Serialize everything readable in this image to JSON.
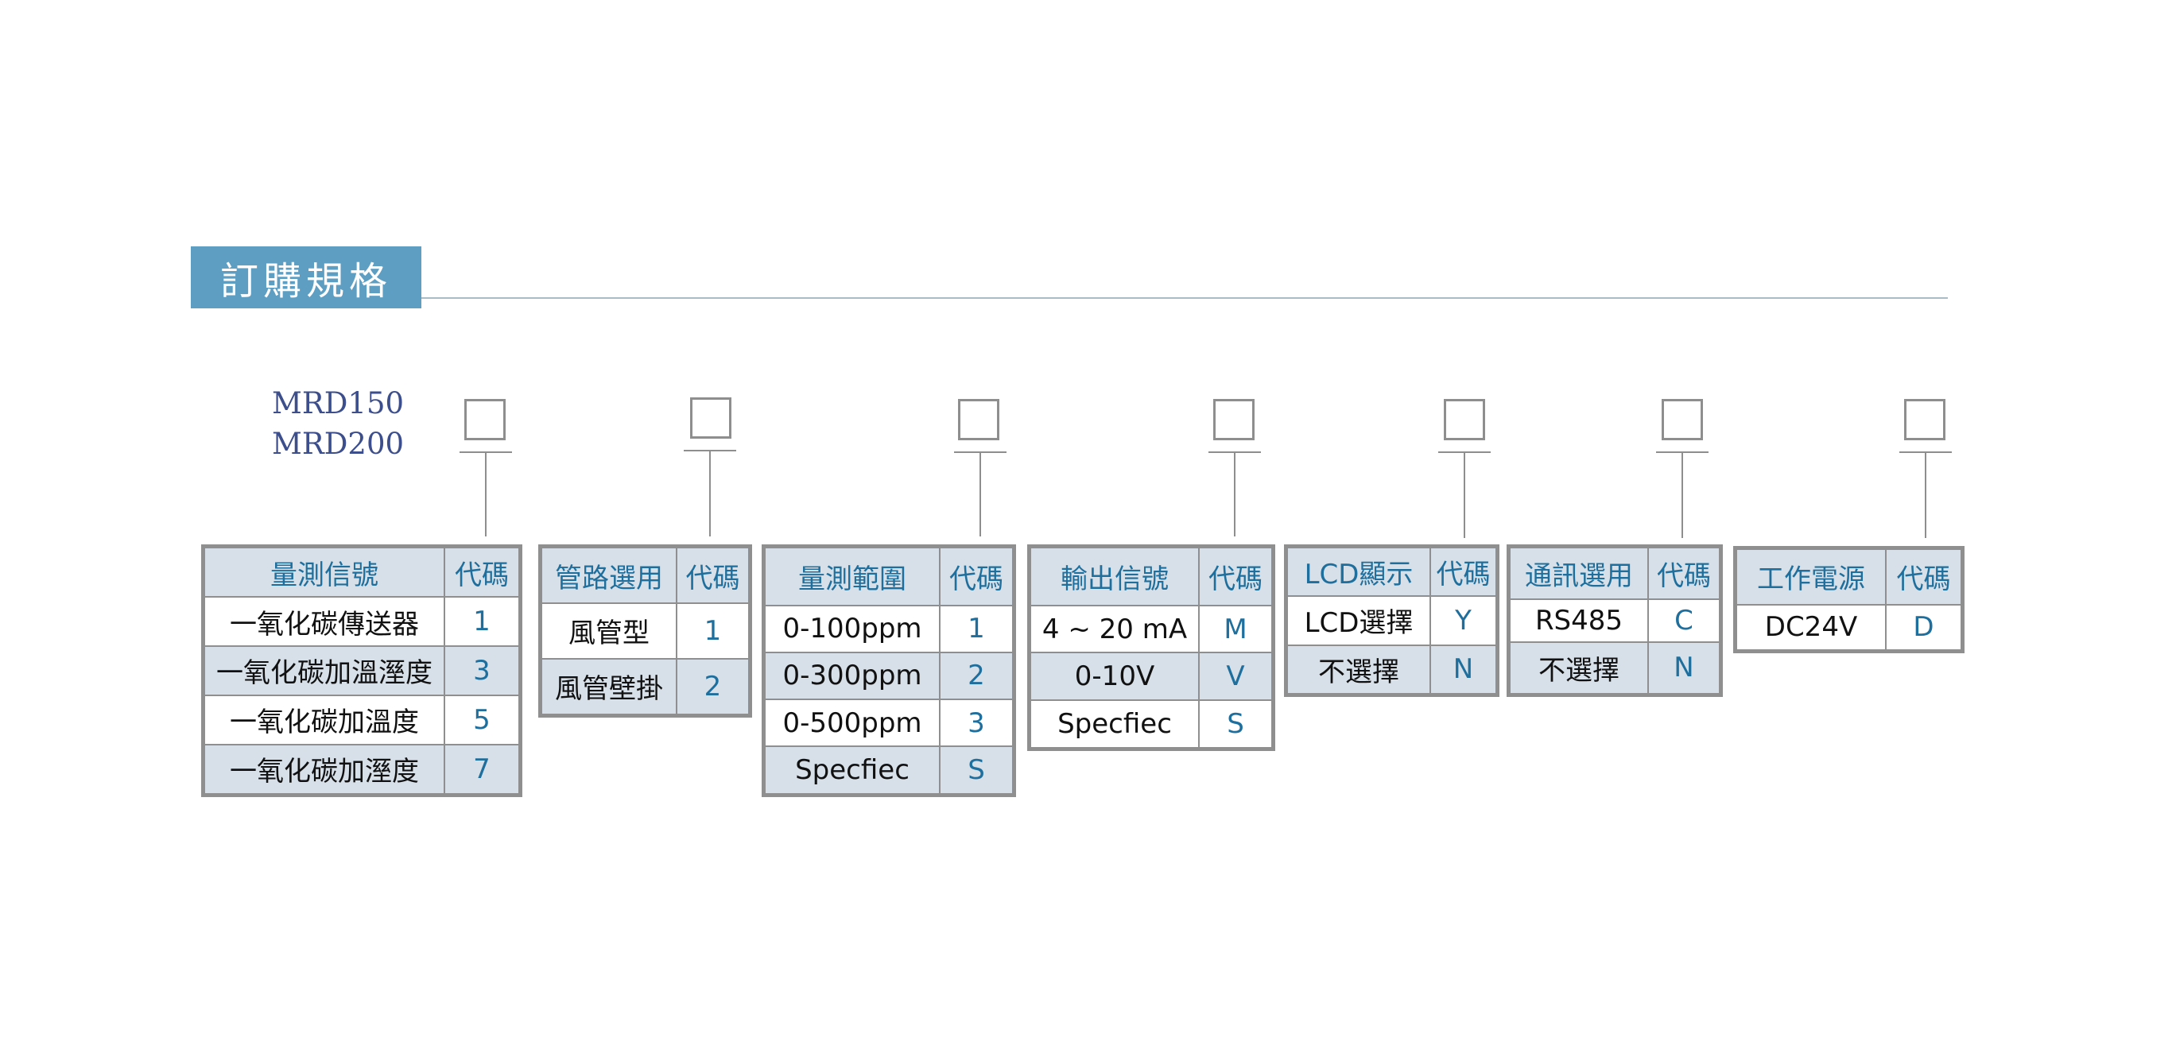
{
  "header": {
    "title": "訂購規格"
  },
  "models": [
    "MRD150",
    "MRD200"
  ],
  "colors": {
    "accent": "#5d9ec2",
    "header_fill": "#d7e0e8",
    "code_text": "#1e6f9d",
    "model_text": "#3c4f8c",
    "border": "#8f8f8f"
  },
  "tables": [
    {
      "header": "量測信號",
      "code_header": "代碼",
      "rows": [
        [
          "一氧化碳傳送器",
          "1"
        ],
        [
          "一氧化碳加溫溼度",
          "3"
        ],
        [
          "一氧化碳加溫度",
          "5"
        ],
        [
          "一氧化碳加溼度",
          "7"
        ]
      ]
    },
    {
      "header": "管路選用",
      "code_header": "代碼",
      "rows": [
        [
          "風管型",
          "1"
        ],
        [
          "風管壁掛",
          "2"
        ]
      ]
    },
    {
      "header": "量測範圍",
      "code_header": "代碼",
      "rows": [
        [
          "0-100ppm",
          "1"
        ],
        [
          "0-300ppm",
          "2"
        ],
        [
          "0-500ppm",
          "3"
        ],
        [
          "Specfiec",
          "S"
        ]
      ]
    },
    {
      "header": "輸出信號",
      "code_header": "代碼",
      "rows": [
        [
          "4 ~ 20 mA",
          "M"
        ],
        [
          "0-10V",
          "V"
        ],
        [
          "Specfiec",
          "S"
        ]
      ]
    },
    {
      "header": "LCD顯示",
      "code_header": "代碼",
      "rows": [
        [
          "LCD選擇",
          "Y"
        ],
        [
          "不選擇",
          "N"
        ]
      ]
    },
    {
      "header": "通訊選用",
      "code_header": "代碼",
      "rows": [
        [
          "RS485",
          "C"
        ],
        [
          "不選擇",
          "N"
        ]
      ]
    },
    {
      "header": "工作電源",
      "code_header": "代碼",
      "rows": [
        [
          "DC24V",
          "D"
        ]
      ]
    }
  ]
}
